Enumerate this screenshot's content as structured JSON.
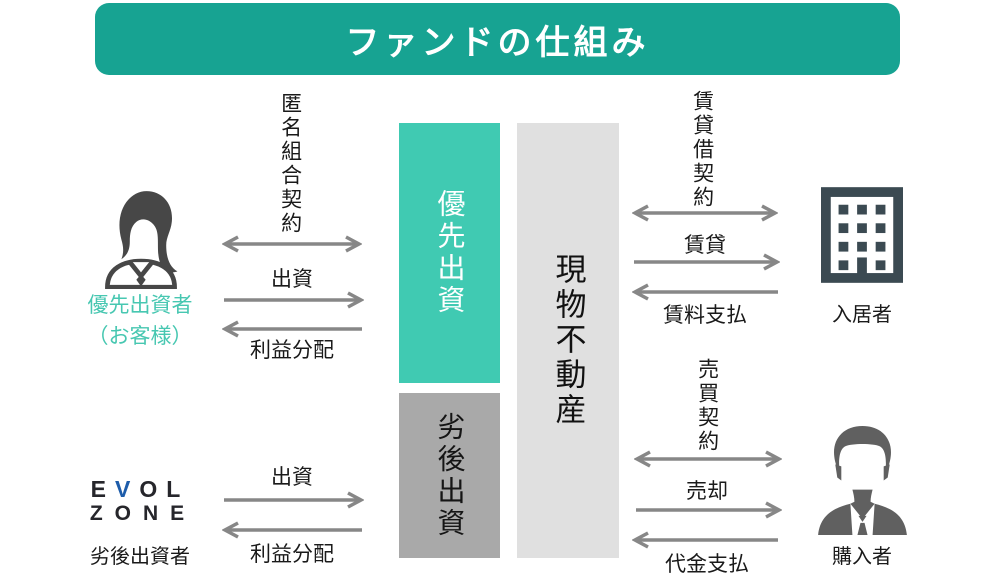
{
  "title": "ファンドの仕組み",
  "colors": {
    "banner_teal": "#17a392",
    "box_teal": "#40cab2",
    "teal_label_text": "#47c7b1",
    "box_light_gray": "#e0e0e0",
    "box_dark_gray": "#a9a9a9",
    "arrow_gray": "#878787",
    "logo_blue": "#1d5caa",
    "icon_slate": "#3b4a52"
  },
  "actors": {
    "priority_investor": {
      "name": "優先出資者",
      "subname": "（お客様）"
    },
    "subordinated_investor": {
      "name": "劣後出資者",
      "logo": {
        "e": "E",
        "v": "V",
        "ol": "OL",
        "line2": "ZONE"
      }
    },
    "tenant": {
      "name": "入居者"
    },
    "purchaser": {
      "name": "購入者"
    }
  },
  "boxes": {
    "priority": "優先出資",
    "subordinated": "劣後出資",
    "property": "現物不動産"
  },
  "flows": {
    "left_top": {
      "contract": "匿名組合契約",
      "forward": "出資",
      "back": "利益分配"
    },
    "left_bottom": {
      "forward": "出資",
      "back": "利益分配"
    },
    "right_top": {
      "contract": "賃貸借契約",
      "forward": "賃貸",
      "back": "賃料支払"
    },
    "right_bottom": {
      "contract": "売買契約",
      "forward": "売却",
      "back": "代金支払"
    }
  }
}
